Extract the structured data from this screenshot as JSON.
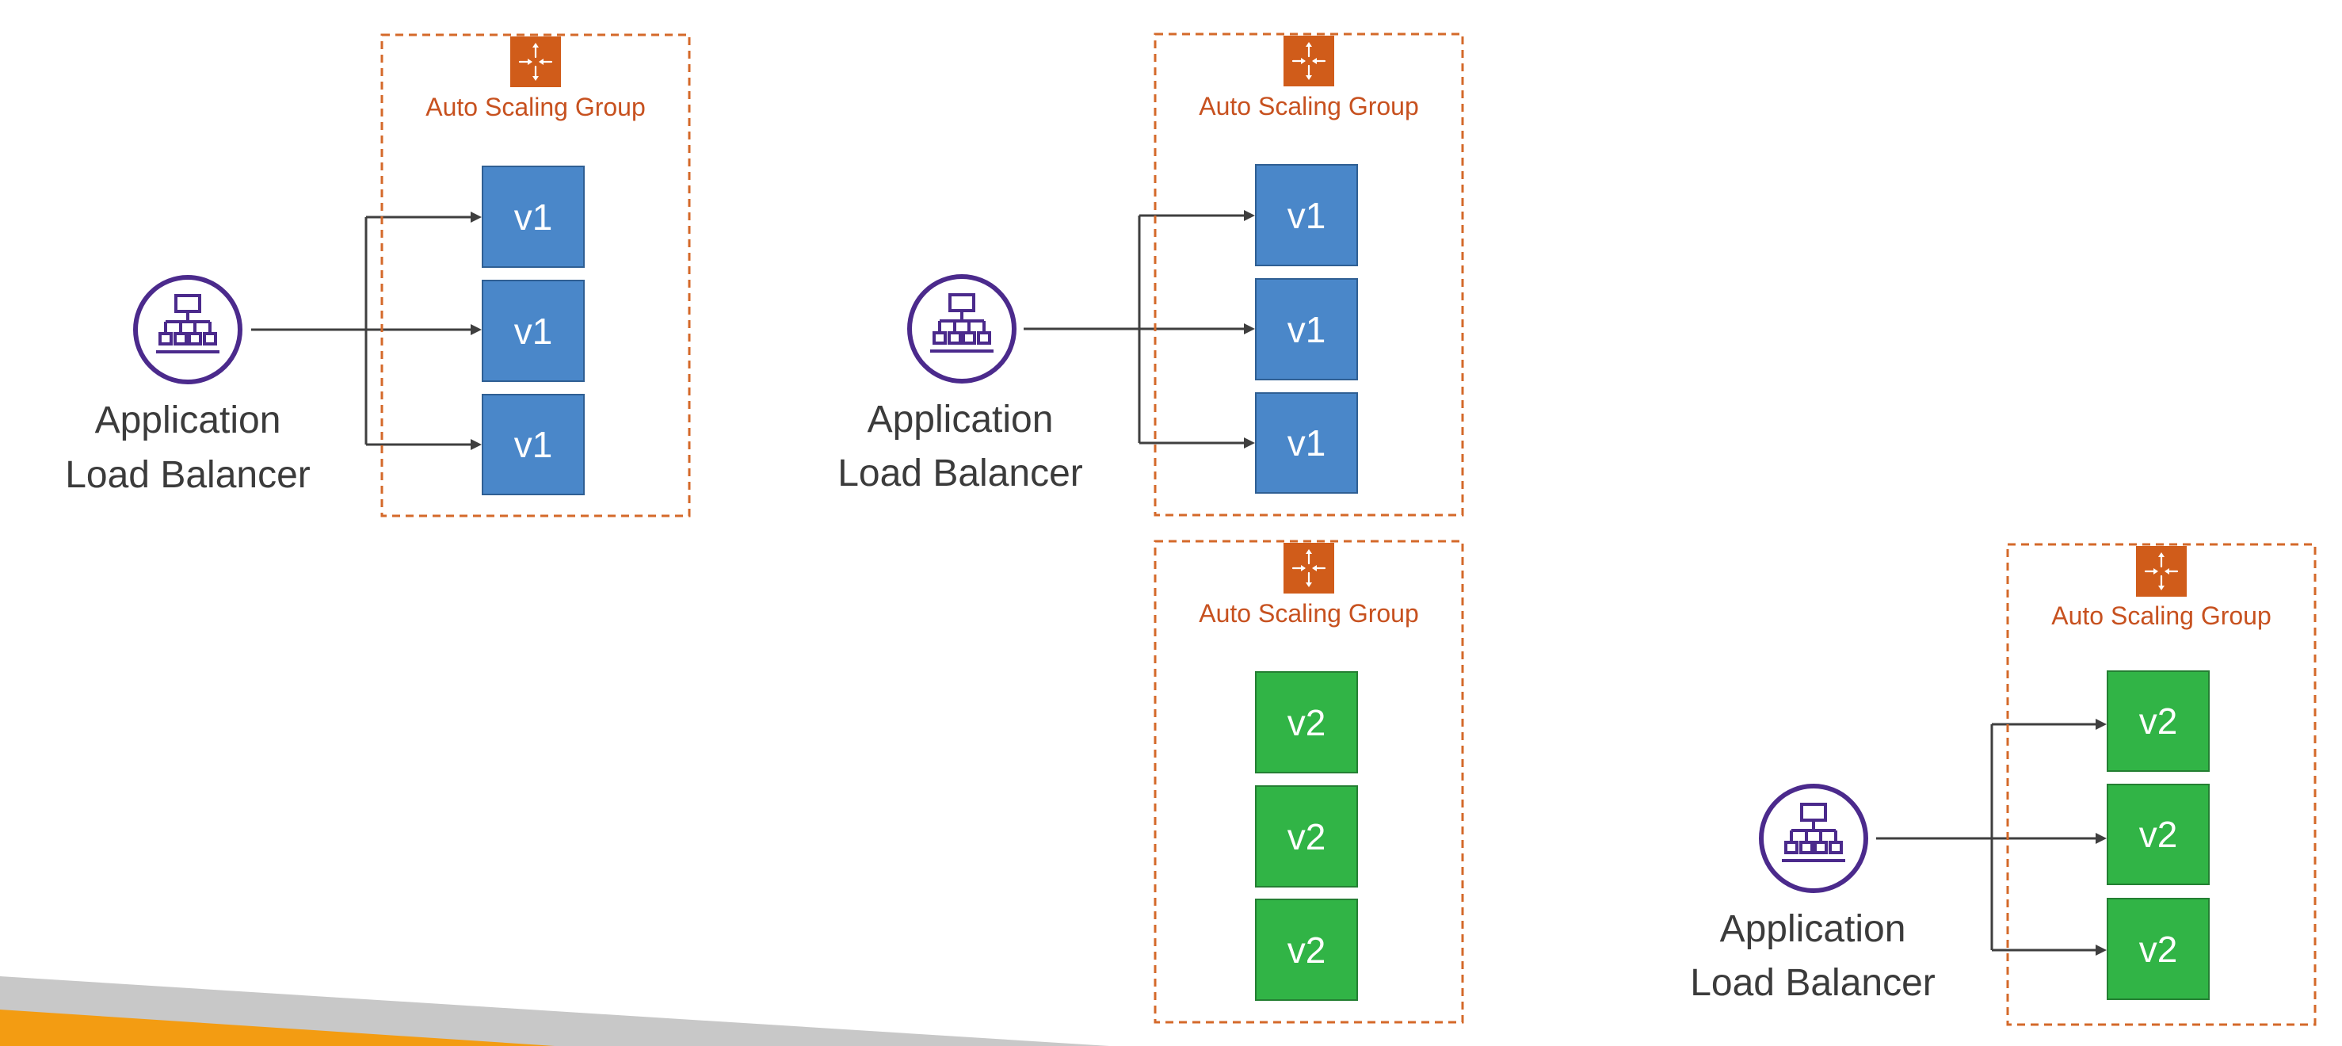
{
  "colors": {
    "asg_border": "#d4692a",
    "asg_label": "#c7511f",
    "asg_icon_bg": "#d05c1a",
    "instance_v1": "#4a87c9",
    "instance_v2": "#31b446",
    "alb_purple": "#4b2a8c",
    "footer_orange": "#f39c12",
    "footer_gray": "#c8c8c8"
  },
  "icons": {
    "load_balancer": "application-load-balancer-icon",
    "auto_scaling": "auto-scaling-group-icon"
  },
  "stage1": {
    "alb": {
      "line1": "Application",
      "line2": "Load Balancer"
    },
    "asg_v1": {
      "label": "Auto Scaling Group",
      "instances": [
        "v1",
        "v1",
        "v1"
      ]
    }
  },
  "stage2": {
    "alb": {
      "line1": "Application",
      "line2": "Load Balancer"
    },
    "asg_v1": {
      "label": "Auto Scaling Group",
      "instances": [
        "v1",
        "v1",
        "v1"
      ]
    },
    "asg_v2": {
      "label": "Auto Scaling Group",
      "instances": [
        "v2",
        "v2",
        "v2"
      ]
    }
  },
  "stage3": {
    "alb": {
      "line1": "Application",
      "line2": "Load Balancer"
    },
    "asg_v2": {
      "label": "Auto Scaling Group",
      "instances": [
        "v2",
        "v2",
        "v2"
      ]
    }
  }
}
